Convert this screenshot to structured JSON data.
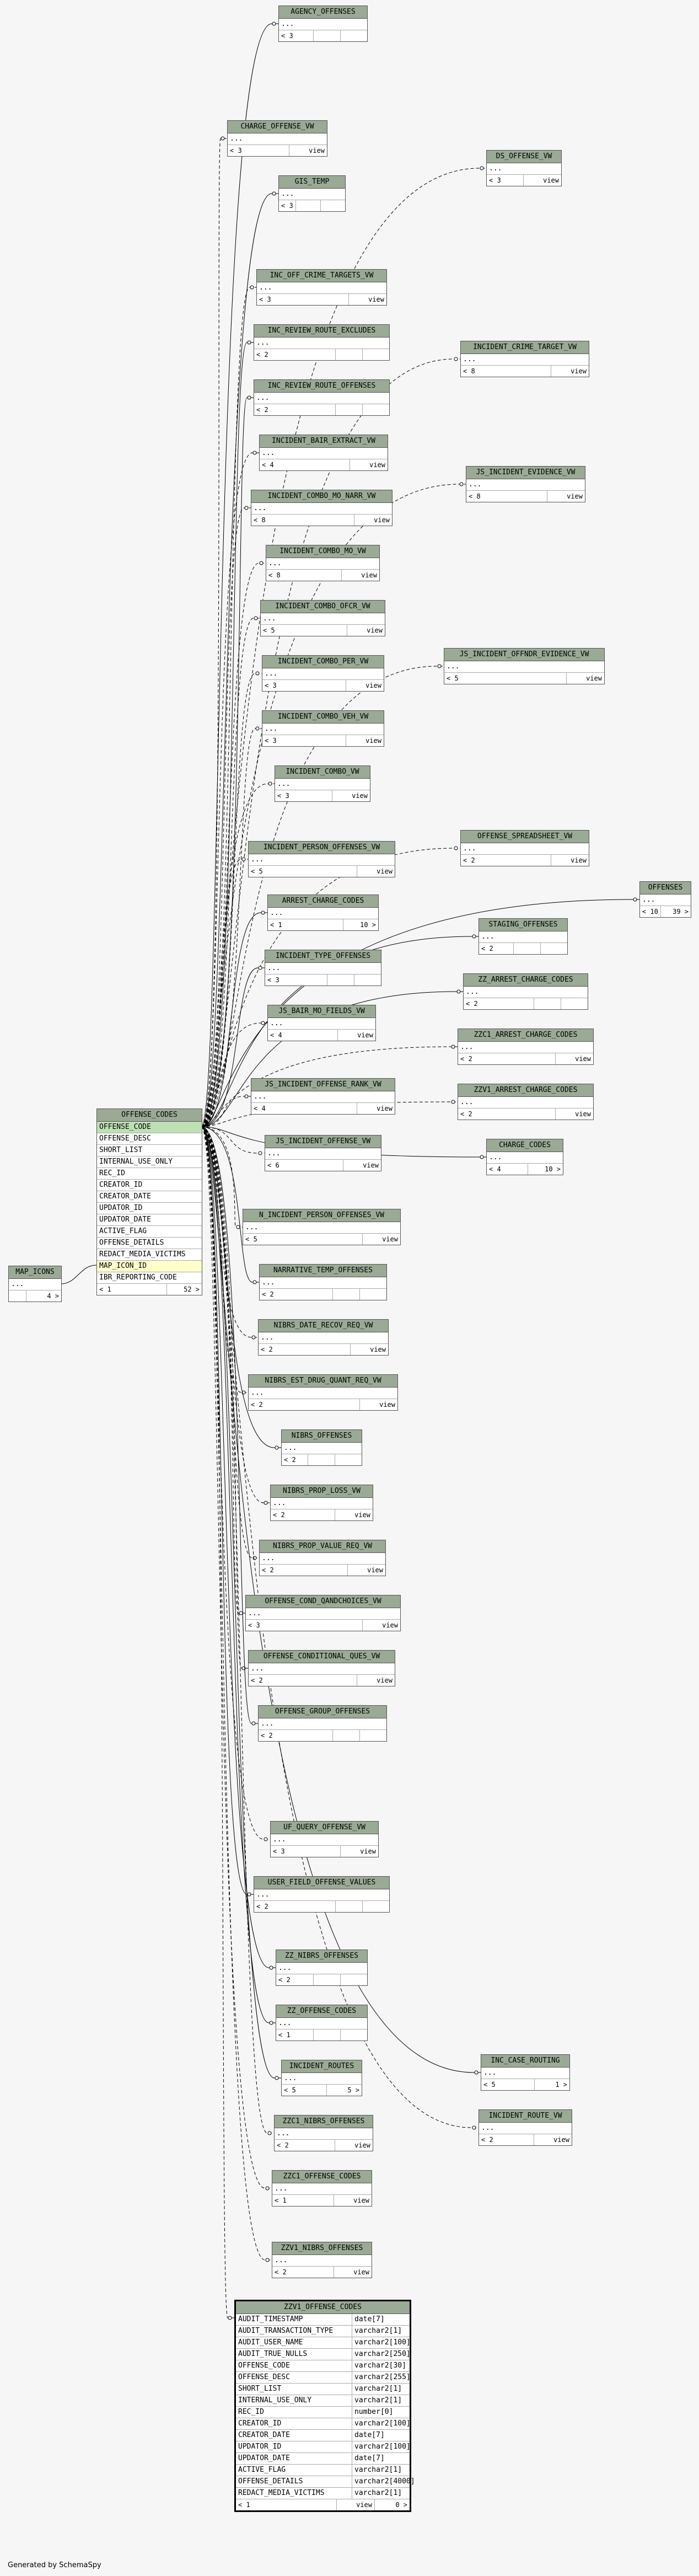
{
  "footer": "Generated by SchemaSpy",
  "tables": {
    "agency_offenses": {
      "name": "AGENCY_OFFENSES",
      "row": "...",
      "children": "< 3"
    },
    "charge_offense_vw": {
      "name": "CHARGE_OFFENSE_VW",
      "row": "...",
      "children": "< 3",
      "kind": "view"
    },
    "gis_temp": {
      "name": "GIS_TEMP",
      "row": "...",
      "children": "< 3"
    },
    "ds_offense_vw": {
      "name": "DS_OFFENSE_VW",
      "row": "...",
      "children": "< 3",
      "kind": "view"
    },
    "inc_off_crime_targets_vw": {
      "name": "INC_OFF_CRIME_TARGETS_VW",
      "row": "...",
      "children": "< 3",
      "kind": "view"
    },
    "inc_review_route_excludes": {
      "name": "INC_REVIEW_ROUTE_EXCLUDES",
      "row": "...",
      "children": "< 2"
    },
    "incident_crime_target_vw": {
      "name": "INCIDENT_CRIME_TARGET_VW",
      "row": "...",
      "children": "< 8",
      "kind": "view"
    },
    "inc_review_route_offenses": {
      "name": "INC_REVIEW_ROUTE_OFFENSES",
      "row": "...",
      "children": "< 2"
    },
    "incident_bair_extract_vw": {
      "name": "INCIDENT_BAIR_EXTRACT_VW",
      "row": "...",
      "children": "< 4",
      "kind": "view"
    },
    "js_incident_evidence_vw": {
      "name": "JS_INCIDENT_EVIDENCE_VW",
      "row": "...",
      "children": "< 8",
      "kind": "view"
    },
    "incident_combo_mo_narr_vw": {
      "name": "INCIDENT_COMBO_MO_NARR_VW",
      "row": "...",
      "children": "< 8",
      "kind": "view"
    },
    "incident_combo_mo_vw": {
      "name": "INCIDENT_COMBO_MO_VW",
      "row": "...",
      "children": "< 8",
      "kind": "view"
    },
    "incident_combo_ofcr_vw": {
      "name": "INCIDENT_COMBO_OFCR_VW",
      "row": "...",
      "children": "< 5",
      "kind": "view"
    },
    "incident_combo_per_vw": {
      "name": "INCIDENT_COMBO_PER_VW",
      "row": "...",
      "children": "< 3",
      "kind": "view"
    },
    "js_incident_offndr_evidence_vw": {
      "name": "JS_INCIDENT_OFFNDR_EVIDENCE_VW",
      "row": "...",
      "children": "< 5",
      "kind": "view"
    },
    "incident_combo_veh_vw": {
      "name": "INCIDENT_COMBO_VEH_VW",
      "row": "...",
      "children": "< 3",
      "kind": "view"
    },
    "incident_combo_vw": {
      "name": "INCIDENT_COMBO_VW",
      "row": "...",
      "children": "< 3",
      "kind": "view"
    },
    "incident_person_offenses_vw": {
      "name": "INCIDENT_PERSON_OFFENSES_VW",
      "row": "...",
      "children": "< 5",
      "kind": "view"
    },
    "offense_spreadsheet_vw": {
      "name": "OFFENSE_SPREADSHEET_VW",
      "row": "...",
      "children": "< 2",
      "kind": "view"
    },
    "offenses": {
      "name": "OFFENSES",
      "row": "...",
      "children": "< 10",
      "parents": "39 >"
    },
    "arrest_charge_codes": {
      "name": "ARREST_CHARGE_CODES",
      "row": "...",
      "children": "< 1",
      "parents": "10 >"
    },
    "staging_offenses": {
      "name": "STAGING_OFFENSES",
      "row": "...",
      "children": "< 2"
    },
    "incident_type_offenses": {
      "name": "INCIDENT_TYPE_OFFENSES",
      "row": "...",
      "children": "< 3"
    },
    "zz_arrest_charge_codes": {
      "name": "ZZ_ARREST_CHARGE_CODES",
      "row": "...",
      "children": "< 2"
    },
    "js_bair_mo_fields_vw": {
      "name": "JS_BAIR_MO_FIELDS_VW",
      "row": "...",
      "children": "< 4",
      "kind": "view"
    },
    "zzc1_arrest_charge_codes": {
      "name": "ZZC1_ARREST_CHARGE_CODES",
      "row": "...",
      "children": "< 2",
      "kind": "view"
    },
    "js_incident_offense_rank_vw": {
      "name": "JS_INCIDENT_OFFENSE_RANK_VW",
      "row": "...",
      "children": "< 4",
      "kind": "view"
    },
    "zzv1_arrest_charge_codes": {
      "name": "ZZV1_ARREST_CHARGE_CODES",
      "row": "...",
      "children": "< 2",
      "kind": "view"
    },
    "js_incident_offense_vw": {
      "name": "JS_INCIDENT_OFFENSE_VW",
      "row": "...",
      "children": "< 6",
      "kind": "view"
    },
    "charge_codes": {
      "name": "CHARGE_CODES",
      "row": "...",
      "children": "< 4",
      "parents": "10 >"
    },
    "offense_codes": {
      "name": "OFFENSE_CODES",
      "columns": [
        "OFFENSE_CODE",
        "OFFENSE_DESC",
        "SHORT_LIST",
        "INTERNAL_USE_ONLY",
        "REC_ID",
        "CREATOR_ID",
        "CREATOR_DATE",
        "UPDATOR_ID",
        "UPDATOR_DATE",
        "ACTIVE_FLAG",
        "OFFENSE_DETAILS",
        "REDACT_MEDIA_VICTIMS",
        "MAP_ICON_ID",
        "IBR_REPORTING_CODE"
      ],
      "children": "< 1",
      "parents": "52 >"
    },
    "map_icons": {
      "name": "MAP_ICONS",
      "row": "...",
      "parents": "4 >"
    },
    "n_incident_person_offenses_vw": {
      "name": "N_INCIDENT_PERSON_OFFENSES_VW",
      "row": "...",
      "children": "< 5",
      "kind": "view"
    },
    "narrative_temp_offenses": {
      "name": "NARRATIVE_TEMP_OFFENSES",
      "row": "...",
      "children": "< 2"
    },
    "nibrs_date_recov_req_vw": {
      "name": "NIBRS_DATE_RECOV_REQ_VW",
      "row": "...",
      "children": "< 2",
      "kind": "view"
    },
    "nibrs_est_drug_quant_req_vw": {
      "name": "NIBRS_EST_DRUG_QUANT_REQ_VW",
      "row": "...",
      "children": "< 2",
      "kind": "view"
    },
    "nibrs_offenses": {
      "name": "NIBRS_OFFENSES",
      "row": "...",
      "children": "< 2"
    },
    "nibrs_prop_loss_vw": {
      "name": "NIBRS_PROP_LOSS_VW",
      "row": "...",
      "children": "< 2",
      "kind": "view"
    },
    "nibrs_prop_value_req_vw": {
      "name": "NIBRS_PROP_VALUE_REQ_VW",
      "row": "...",
      "children": "< 2",
      "kind": "view"
    },
    "offense_cond_qandchoices_vw": {
      "name": "OFFENSE_COND_QANDCHOICES_VW",
      "row": "...",
      "children": "< 3",
      "kind": "view"
    },
    "offense_conditional_ques_vw": {
      "name": "OFFENSE_CONDITIONAL_QUES_VW",
      "row": "...",
      "children": "< 2",
      "kind": "view"
    },
    "offense_group_offenses": {
      "name": "OFFENSE_GROUP_OFFENSES",
      "row": "...",
      "children": "< 2"
    },
    "uf_query_offense_vw": {
      "name": "UF_QUERY_OFFENSE_VW",
      "row": "...",
      "children": "< 3",
      "kind": "view"
    },
    "user_field_offense_values": {
      "name": "USER_FIELD_OFFENSE_VALUES",
      "row": "...",
      "children": "< 2"
    },
    "zz_nibrs_offenses": {
      "name": "ZZ_NIBRS_OFFENSES",
      "row": "...",
      "children": "< 2"
    },
    "inc_case_routing": {
      "name": "INC_CASE_ROUTING",
      "row": "...",
      "children": "< 5",
      "parents": "1 >"
    },
    "zz_offense_codes": {
      "name": "ZZ_OFFENSE_CODES",
      "row": "...",
      "children": "< 1"
    },
    "incident_routes": {
      "name": "INCIDENT_ROUTES",
      "row": "...",
      "children": "< 5",
      "parents": "5 >"
    },
    "incident_route_vw": {
      "name": "INCIDENT_ROUTE_VW",
      "row": "...",
      "children": "< 2",
      "kind": "view"
    },
    "zzc1_nibrs_offenses": {
      "name": "ZZC1_NIBRS_OFFENSES",
      "row": "...",
      "children": "< 2",
      "kind": "view"
    },
    "zzc1_offense_codes": {
      "name": "ZZC1_OFFENSE_CODES",
      "row": "...",
      "children": "< 1",
      "kind": "view"
    },
    "zzv1_nibrs_offenses": {
      "name": "ZZV1_NIBRS_OFFENSES",
      "row": "...",
      "children": "< 2",
      "kind": "view"
    },
    "zzv1_offense_codes": {
      "name": "ZZV1_OFFENSE_CODES",
      "columns": [
        {
          "name": "AUDIT_TIMESTAMP",
          "type": "date[7]"
        },
        {
          "name": "AUDIT_TRANSACTION_TYPE",
          "type": "varchar2[1]"
        },
        {
          "name": "AUDIT_USER_NAME",
          "type": "varchar2[100]"
        },
        {
          "name": "AUDIT_TRUE_NULLS",
          "type": "varchar2[250]"
        },
        {
          "name": "OFFENSE_CODE",
          "type": "varchar2[30]"
        },
        {
          "name": "OFFENSE_DESC",
          "type": "varchar2[255]"
        },
        {
          "name": "SHORT_LIST",
          "type": "varchar2[1]"
        },
        {
          "name": "INTERNAL_USE_ONLY",
          "type": "varchar2[1]"
        },
        {
          "name": "REC_ID",
          "type": "number[0]"
        },
        {
          "name": "CREATOR_ID",
          "type": "varchar2[100]"
        },
        {
          "name": "CREATOR_DATE",
          "type": "date[7]"
        },
        {
          "name": "UPDATOR_ID",
          "type": "varchar2[100]"
        },
        {
          "name": "UPDATOR_DATE",
          "type": "date[7]"
        },
        {
          "name": "ACTIVE_FLAG",
          "type": "varchar2[1]"
        },
        {
          "name": "OFFENSE_DETAILS",
          "type": "varchar2[4000]"
        },
        {
          "name": "REDACT_MEDIA_VICTIMS",
          "type": "varchar2[1]"
        }
      ],
      "children": "< 1",
      "kind": "view",
      "parents": "0 >"
    }
  }
}
